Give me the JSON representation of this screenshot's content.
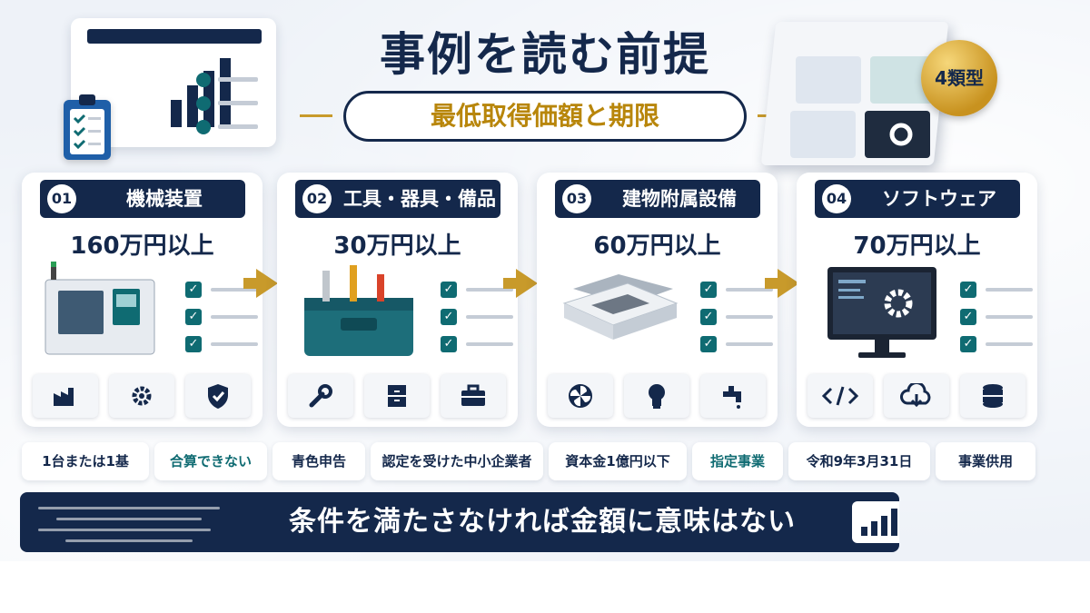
{
  "title": "事例を読む前提",
  "subtitle": "最低取得価額と期限",
  "badge": "4類型",
  "cards": [
    {
      "num": "01",
      "title": "機械装置",
      "price": "160万円以上",
      "illustration": "cnc-machine",
      "icons": [
        "factory-icon",
        "gear-icon",
        "shield-check-icon"
      ],
      "checks": 3
    },
    {
      "num": "02",
      "title": "工具・器具・備品",
      "price": "30万円以上",
      "illustration": "toolbox",
      "icons": [
        "wrench-icon",
        "cabinet-icon",
        "briefcase-icon"
      ],
      "checks": 3
    },
    {
      "num": "03",
      "title": "建物附属設備",
      "price": "60万円以上",
      "illustration": "ceiling-air-conditioner",
      "icons": [
        "fan-icon",
        "lightbulb-icon",
        "faucet-icon"
      ],
      "checks": 3
    },
    {
      "num": "04",
      "title": "ソフトウェア",
      "price": "70万円以上",
      "illustration": "monitor-with-gear",
      "icons": [
        "code-icon",
        "cloud-download-icon",
        "database-icon"
      ],
      "checks": 3
    }
  ],
  "tags": [
    {
      "label": "1台または1基",
      "color": "navy"
    },
    {
      "label": "合算できない",
      "color": "teal"
    },
    {
      "label": "青色申告",
      "color": "navy"
    },
    {
      "label": "認定を受けた中小企業者",
      "color": "navy"
    },
    {
      "label": "資本金1億円以下",
      "color": "navy"
    },
    {
      "label": "指定事業",
      "color": "teal"
    },
    {
      "label": "令和9年3月31日",
      "color": "navy"
    },
    {
      "label": "事業供用",
      "color": "navy"
    }
  ],
  "banner": "条件を満たさなければ金額に意味はない",
  "colors": {
    "navy": "#14284b",
    "gold": "#c89a2b",
    "teal": "#0f6b72",
    "background": "#eef2f8"
  }
}
